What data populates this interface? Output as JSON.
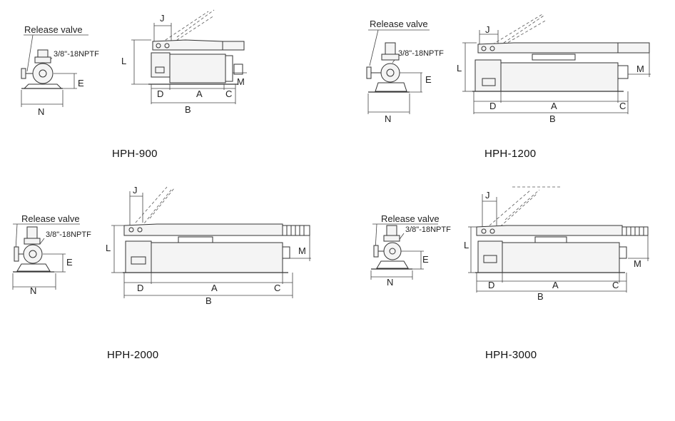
{
  "diagrams": [
    {
      "model": "HPH-900",
      "front_view": {
        "release_valve": "Release valve",
        "port": "3/8\"-18NPTF",
        "dim_height": "E",
        "dim_width": "N"
      },
      "side_view": {
        "dim_lever": "J",
        "dim_height": "L",
        "dim_handle": "M",
        "dim_body": "A",
        "dim_front": "D",
        "dim_rear": "C",
        "dim_total": "B"
      }
    },
    {
      "model": "HPH-1200",
      "front_view": {
        "release_valve": "Release valve",
        "port": "3/8\"-18NPTF",
        "dim_height": "E",
        "dim_width": "N"
      },
      "side_view": {
        "dim_lever": "J",
        "dim_height": "L",
        "dim_handle": "M",
        "dim_body": "A",
        "dim_front": "D",
        "dim_rear": "C",
        "dim_total": "B"
      }
    },
    {
      "model": "HPH-2000",
      "front_view": {
        "release_valve": "Release valve",
        "port": "3/8\"-18NPTF",
        "dim_height": "E",
        "dim_width": "N"
      },
      "side_view": {
        "dim_lever": "J",
        "dim_height": "L",
        "dim_handle": "M",
        "dim_body": "A",
        "dim_front": "D",
        "dim_rear": "C",
        "dim_total": "B"
      }
    },
    {
      "model": "HPH-3000",
      "front_view": {
        "release_valve": "Release valve",
        "port": "3/8\"-18NPTF",
        "dim_height": "E",
        "dim_width": "N"
      },
      "side_view": {
        "dim_lever": "J",
        "dim_height": "L",
        "dim_handle": "M",
        "dim_body": "A",
        "dim_front": "D",
        "dim_rear": "C",
        "dim_total": "B"
      }
    }
  ]
}
